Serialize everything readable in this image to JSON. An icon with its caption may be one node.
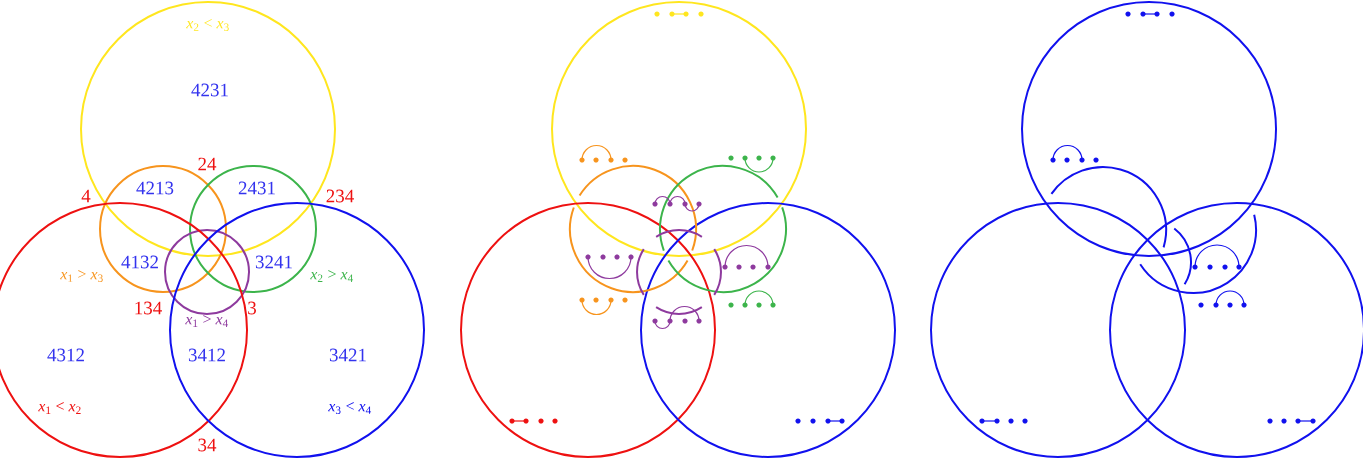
{
  "diagram": {
    "nodes": [
      {
        "text": [
          "*x*$_{2}$ < *x*$_{3}$"
        ]
      },
      {
        "text": [],
        "shape": "circle",
        "beside": [
          "*x*$_{1}$ > *x*$_{3}$"
        ]
      },
      {
        "text": [],
        "shape": "circle",
        "beside": [
          "*x*$_{2}$ > *x*$_{4}$"
        ]
      },
      {
        "text": [],
        "shape": "circle",
        "beside": [
          "*x*$_{1}$ > *x*$_{4}$"
        ]
      },
      {
        "text": [
          "*x*$_{1}$ < *x*$_{2}$"
        ]
      },
      {
        "text": [
          "*x*$_{3}$ < *x*$_{4}$"
        ]
      },
      {
        "text": [],
        "shape": "circle"
      },
      {
        "text": [],
        "shape": "circle"
      },
      {
        "text": [],
        "shape": "circle"
      },
      {
        "text": [],
        "shape": "circle"
      },
      {
        "text": [],
        "shape": "circle"
      },
      {
        "text": [],
        "shape": "circle"
      }
    ],
    "labels": [
      "4231",
      "24",
      "4213",
      "2431",
      "4",
      "234",
      "4132",
      "3241",
      "134",
      "3",
      "4312",
      "3412",
      "3421",
      "34"
    ]
  }
}
